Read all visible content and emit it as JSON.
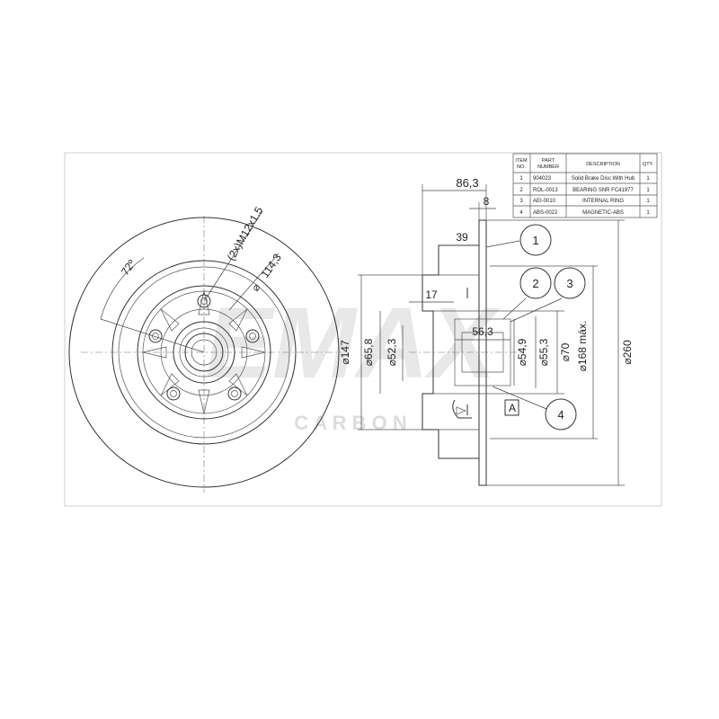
{
  "watermark": {
    "brand": "EMAX",
    "sub": "C A R B O N"
  },
  "parts_table": {
    "headers": {
      "item": [
        "ITEM",
        "NO."
      ],
      "part": [
        "PART",
        "NUMBER"
      ],
      "description": "DESCRIPTION",
      "qty": "QTY."
    },
    "rows": [
      {
        "item": "1",
        "part": "904023",
        "description": "Solid Brake Disc With Hub",
        "qty": "1"
      },
      {
        "item": "2",
        "part": "ROL-0013",
        "description": "BEARING SNR FC41977",
        "qty": "1"
      },
      {
        "item": "3",
        "part": "AEI-0010",
        "description": "INTERNAL RING",
        "qty": "1"
      },
      {
        "item": "4",
        "part": "ABS-0022",
        "description": "MAGNETIC-ABS",
        "qty": "1"
      }
    ]
  },
  "front_view": {
    "angle": "72º",
    "thread": "(2x)M12x1.5",
    "pcd": "114,3"
  },
  "side_view": {
    "dims": {
      "overall_width": "86,3",
      "disc_thickness": "8",
      "hub_depth": "39",
      "inner_step": "17",
      "bearing_width": "56,3",
      "d147": "147",
      "d658": "65,8",
      "d523": "52,3",
      "d549": "54,9",
      "d553": "55,3",
      "d70": "70",
      "d168": "168 máx.",
      "d260": "260"
    },
    "diameter_symbol": "⌀",
    "datum": "A",
    "balloons": [
      "1",
      "2",
      "3",
      "4"
    ]
  }
}
